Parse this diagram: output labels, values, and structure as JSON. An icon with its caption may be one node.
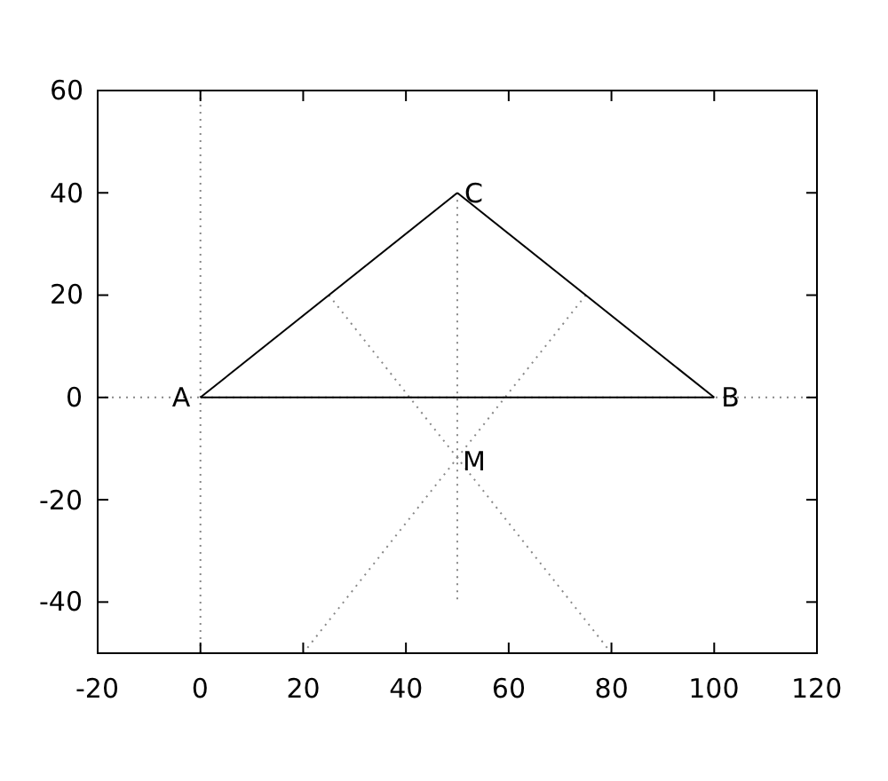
{
  "diagram": {
    "nodes": [
      {
        "text": [
          "A"
        ]
      },
      {
        "text": [
          "B"
        ]
      },
      {
        "text": [
          "C"
        ]
      },
      {
        "text": [
          "M"
        ]
      }
    ],
    "edges": [
      {
        "from": 0,
        "to": 1,
        "arrow": "none"
      },
      {
        "from": 1,
        "to": 2,
        "arrow": "none"
      },
      {
        "from": 2,
        "to": 0,
        "arrow": "none"
      }
    ],
    "labels": [
      "60",
      "40",
      "20",
      "0",
      "-20",
      "-40",
      "-20",
      "0",
      "20",
      "40",
      "60",
      "80",
      "100",
      "120"
    ]
  }
}
